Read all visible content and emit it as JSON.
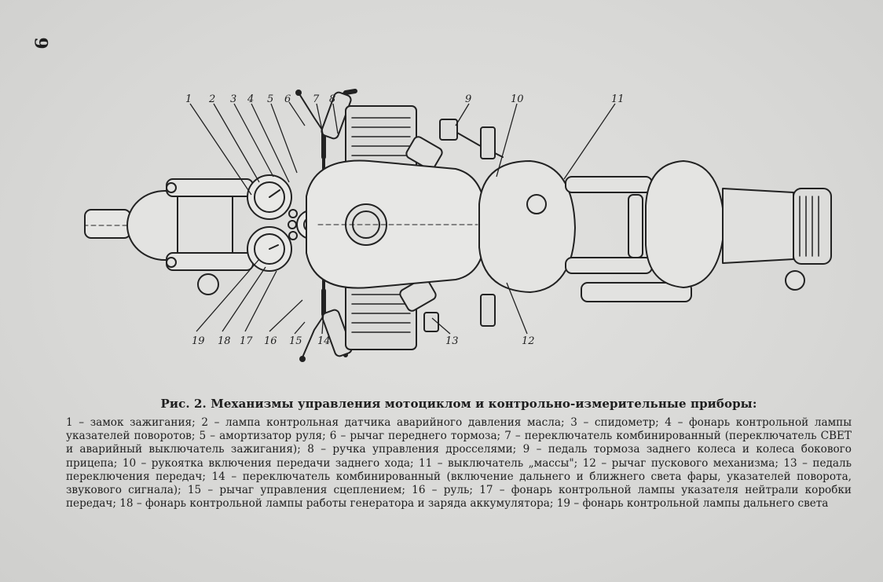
{
  "page_number": "9",
  "figure": {
    "callouts": [
      "1",
      "2",
      "3",
      "4",
      "5",
      "6",
      "7",
      "8",
      "9",
      "10",
      "11",
      "12",
      "13",
      "14",
      "15",
      "16",
      "17",
      "18",
      "19"
    ]
  },
  "caption": "Рис. 2. Механизмы управления мотоциклом и контрольно-измерительные приборы:",
  "legend": [
    "1 – замок зажигания;",
    "2 – лампа контрольная датчика аварийного давления масла;",
    "3 – спидометр;",
    "4 – фонарь контрольной лампы указателей поворотов;",
    "5 – амортизатор руля;",
    "6 – рычаг переднего тормоза;",
    "7 – переключатель комбинированный (переключатель СВЕТ и аварийный выключатель зажигания);",
    "8 – ручка управления дросселями;",
    "9 – педаль тормоза заднего колеса и колеса бокового прицепа;",
    "10 – рукоятка включения передачи заднего хода;",
    "11 – выключатель „массы\";",
    "12 – рычаг пускового механизма;",
    "13 – педаль переключения передач;",
    "14 – переключатель комбинированный (включение дальнего и ближнего света фары, указателей поворота, звукового сигнала);",
    "15 – рычаг управления сцеплением;",
    "16 – руль;",
    "17 – фонарь контрольной лампы указателя нейтрали коробки передач;",
    "18 – фонарь контрольной лампы работы генератора и заряда аккумулятора;",
    "19 – фонарь контрольной лампы дальнего света"
  ]
}
